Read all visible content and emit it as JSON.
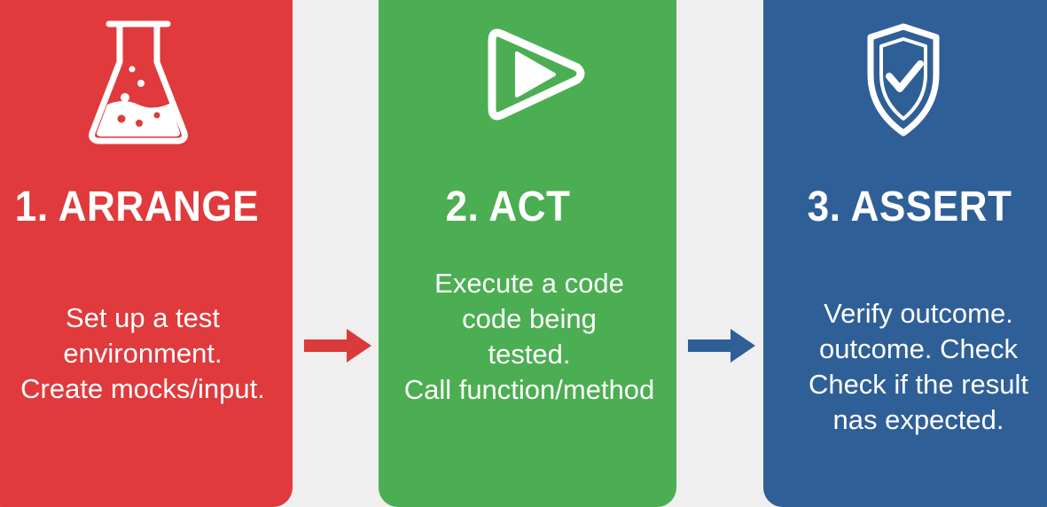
{
  "colors": {
    "arrange": "#e03a3c",
    "act": "#4cae52",
    "assert": "#2f5f97",
    "background": "#efefef",
    "arrow_red": "#d93a3c",
    "arrow_blue": "#2f5f97"
  },
  "steps": [
    {
      "title": "1. ARRANGE",
      "icon": "flask-icon",
      "lines": [
        "Set up a test",
        "environment.",
        "Create mocks/input."
      ]
    },
    {
      "title": "2. ACT",
      "icon": "play-icon",
      "lines": [
        "Execute a code",
        "code being",
        "tested.",
        "Call function/method"
      ]
    },
    {
      "title": "3. ASSERT",
      "icon": "shield-check-icon",
      "lines": [
        "Verify outcome.",
        "outcome. Check",
        "Check if the result",
        "nas expected."
      ]
    }
  ]
}
